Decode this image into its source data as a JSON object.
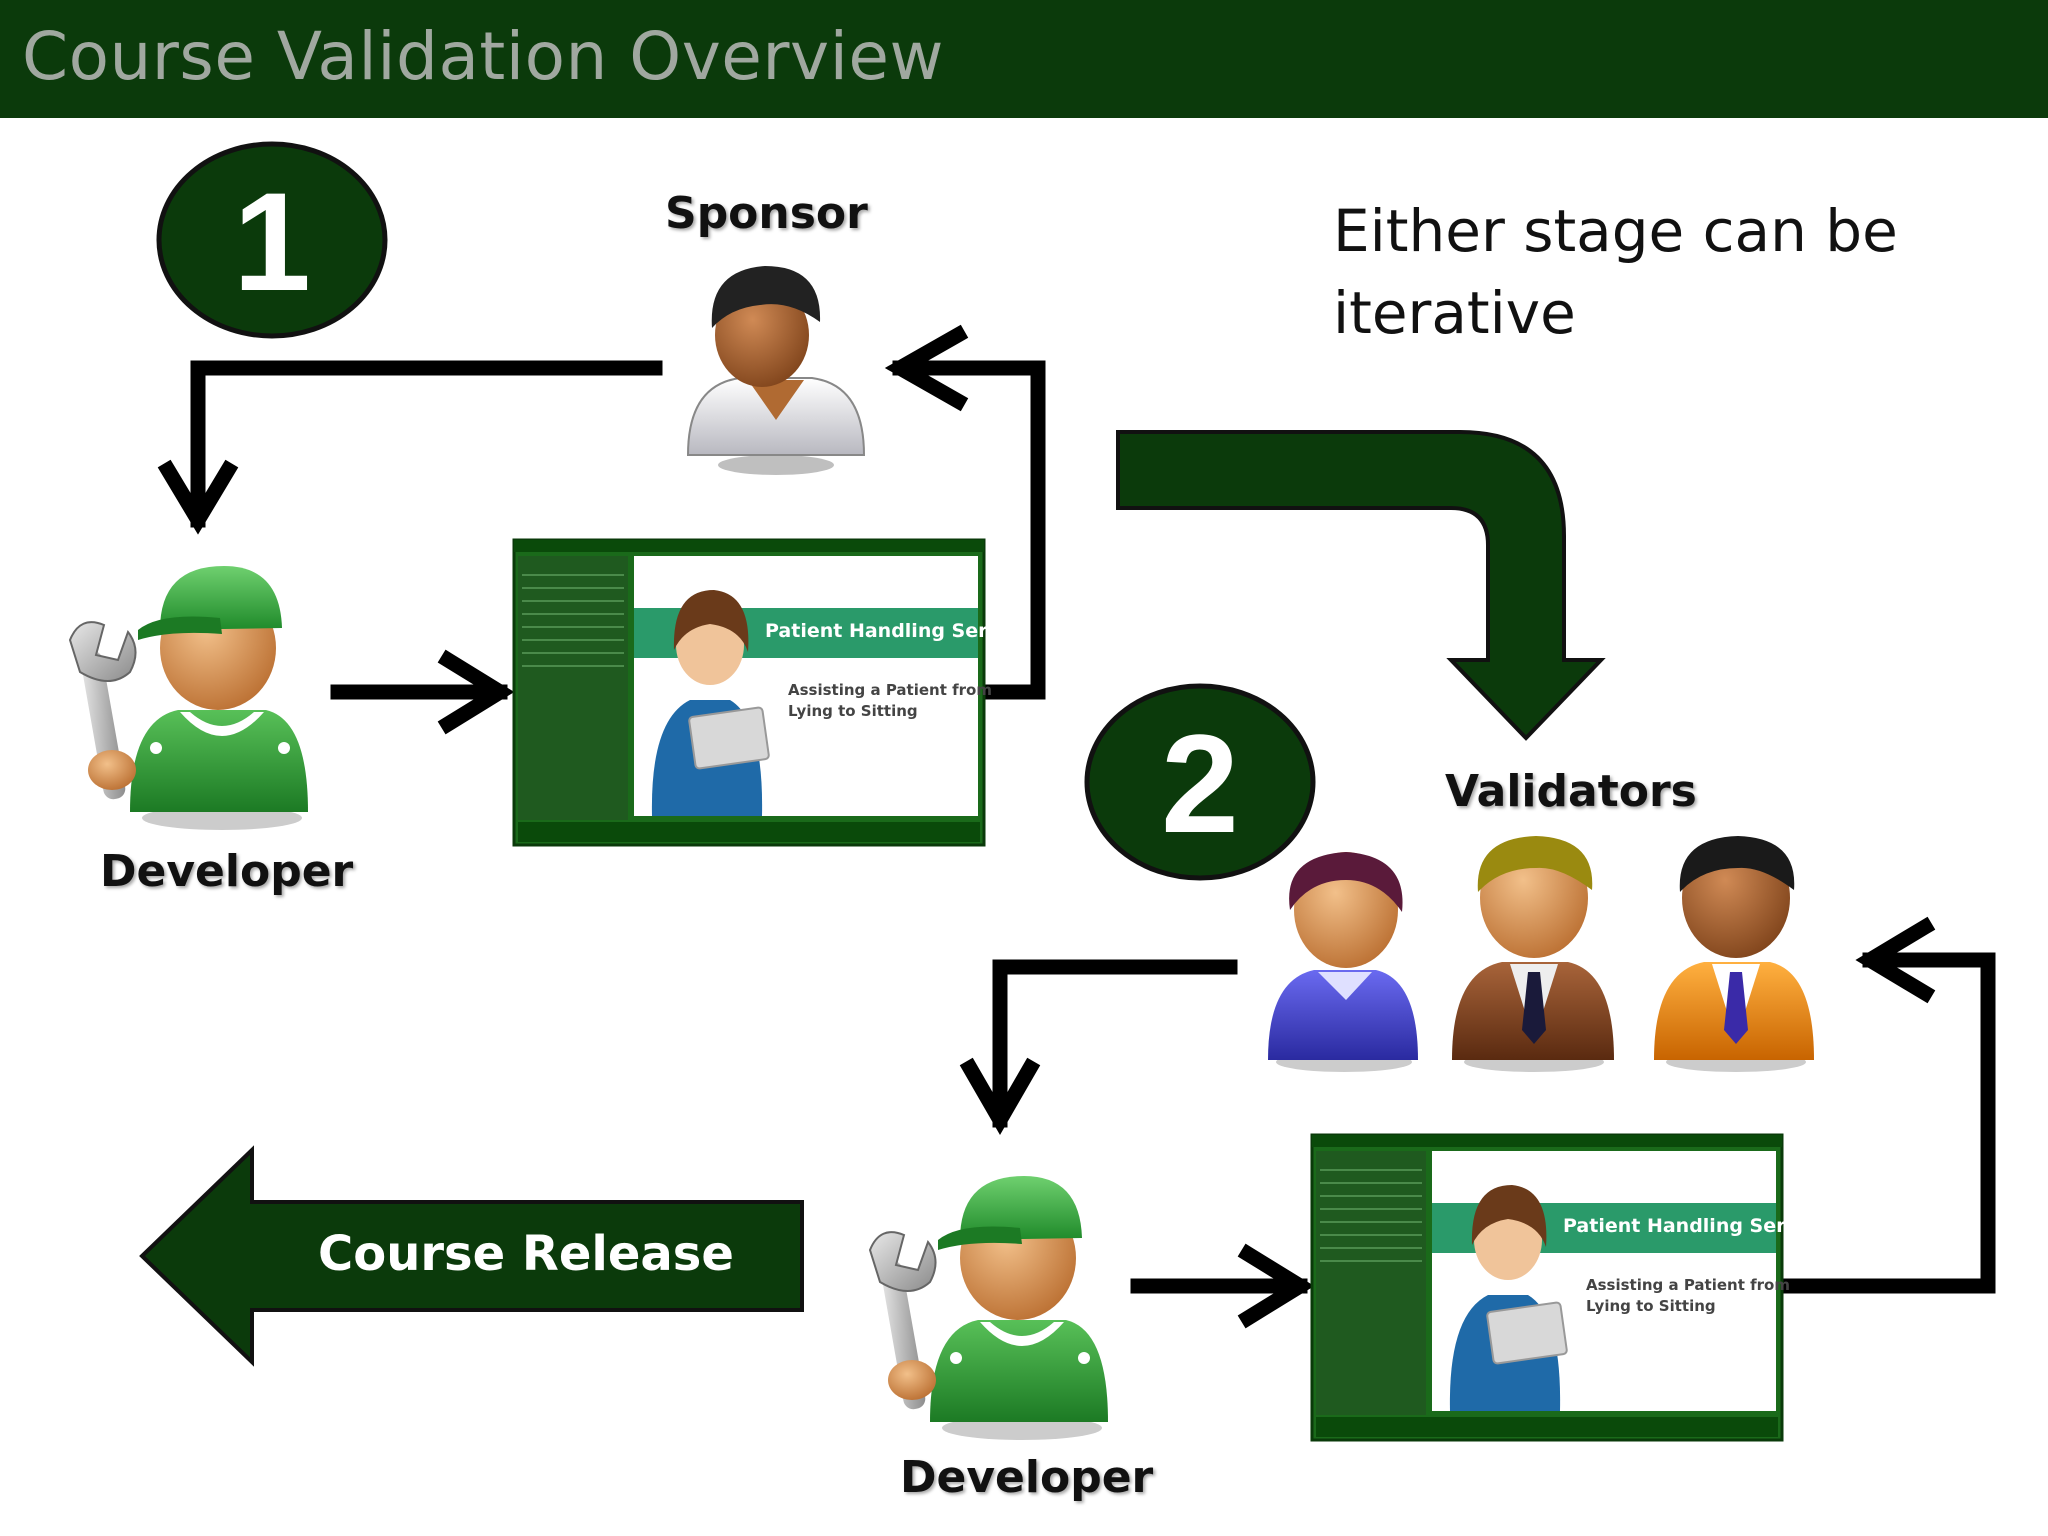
{
  "title": "Course Validation Overview",
  "stage_badges": [
    "1",
    "2"
  ],
  "labels": {
    "sponsor": "Sponsor",
    "developer_1": "Developer",
    "validators": "Validators",
    "developer_2": "Developer"
  },
  "note_lines": [
    "Either stage can be",
    "iterative"
  ],
  "release_label": "Course Release",
  "screenshot": {
    "title": "Patient Handling Series",
    "subtitle_lines": [
      "Assisting a Patient from",
      "Lying to Sitting"
    ]
  },
  "colors": {
    "header_bg": "#0b3a0b",
    "dark_green": "#0b3a0b",
    "arrow": "#000000",
    "screen_green": "#1a6a1a"
  },
  "icons": [
    "sponsor-person-icon",
    "developer-worker-icon",
    "validator-people-icon",
    "course-screenshot-icon"
  ]
}
